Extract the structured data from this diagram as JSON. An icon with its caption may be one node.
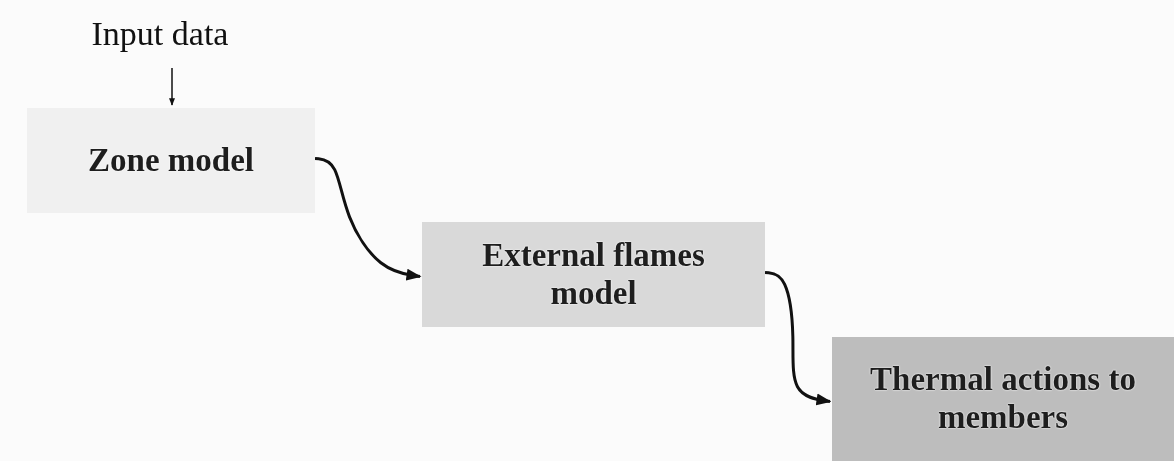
{
  "diagram": {
    "nodes": [
      {
        "text": [
          "Input data"
        ]
      },
      {
        "text": [
          "Zone model"
        ]
      },
      {
        "text": [
          "External flames model"
        ]
      },
      {
        "text": [
          "Thermal actions to members"
        ]
      }
    ],
    "edges": [
      {
        "from": 0,
        "to": 1,
        "arrow": "to"
      },
      {
        "from": 1,
        "to": 2,
        "arrow": "to"
      },
      {
        "from": 2,
        "to": 3,
        "arrow": "to"
      }
    ]
  }
}
